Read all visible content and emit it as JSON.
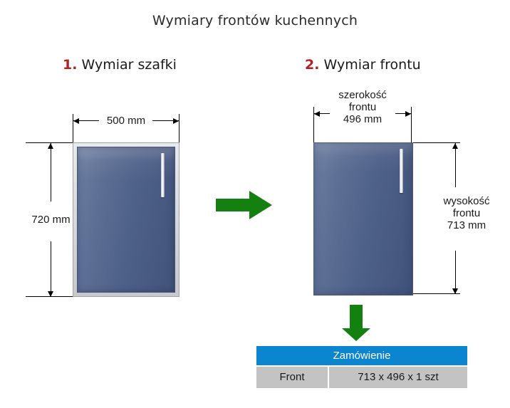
{
  "page": {
    "title": "Wymiary frontów kuchennych"
  },
  "steps": [
    {
      "number": "1.",
      "label": "Wymiar szafki"
    },
    {
      "number": "2.",
      "label": "Wymiar frontu"
    }
  ],
  "cabinet": {
    "width_label": "500 mm",
    "height_label": "720 mm"
  },
  "front": {
    "width_label_line1": "szerokość",
    "width_label_line2": "frontu",
    "width_label_line3": "496 mm",
    "height_label_line1": "wysokość",
    "height_label_line2": "frontu",
    "height_label_line3": "713 mm"
  },
  "order": {
    "header": "Zamówienie",
    "row": {
      "label": "Front",
      "value": "713 x 496 x 1 szt"
    }
  },
  "colors": {
    "accent_red": "#b41f24",
    "arrow_green": "#13800f",
    "table_header_blue": "#0c85d0",
    "table_row_gray": "#c3c3c3",
    "door_blue": "#4e6189"
  },
  "icons": {
    "arrow_right": "green-right-arrow",
    "arrow_down": "green-down-arrow",
    "handle": "cabinet-handle"
  }
}
